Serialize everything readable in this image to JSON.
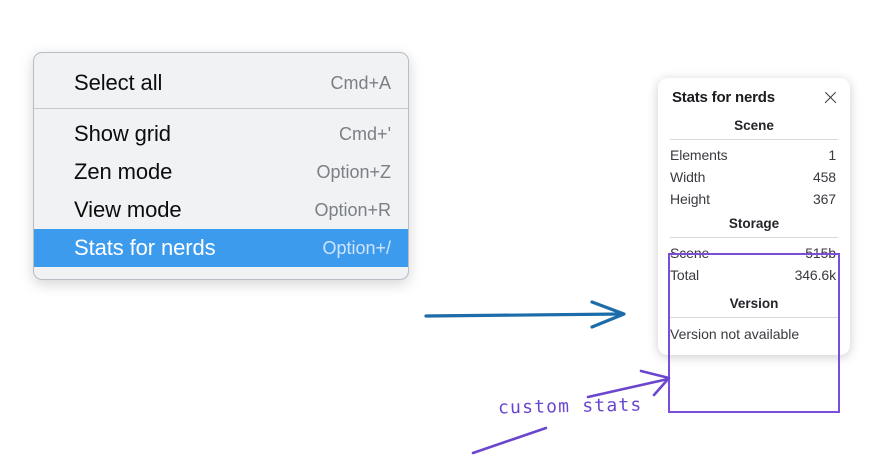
{
  "menu": {
    "sections": [
      {
        "items": [
          {
            "label": "Select all",
            "shortcut": "Cmd+A",
            "selected": false
          }
        ]
      },
      {
        "items": [
          {
            "label": "Show grid",
            "shortcut": "Cmd+'",
            "selected": false
          },
          {
            "label": "Zen mode",
            "shortcut": "Option+Z",
            "selected": false
          },
          {
            "label": "View mode",
            "shortcut": "Option+R",
            "selected": false
          },
          {
            "label": "Stats for nerds",
            "shortcut": "Option+/",
            "selected": true
          }
        ]
      }
    ]
  },
  "stats_panel": {
    "title": "Stats for nerds",
    "close_icon": "close-icon",
    "sections": [
      {
        "heading": "Scene",
        "rows": [
          {
            "key": "Elements",
            "value": "1"
          },
          {
            "key": "Width",
            "value": "458"
          },
          {
            "key": "Height",
            "value": "367"
          }
        ]
      },
      {
        "heading": "Storage",
        "rows": [
          {
            "key": "Scene",
            "value": "515b"
          },
          {
            "key": "Total",
            "value": "346.6k"
          }
        ]
      },
      {
        "heading": "Version",
        "note": "Version not available",
        "rows": []
      }
    ]
  },
  "annotations": {
    "handwritten_label": "custom stats",
    "blue_arrow_color": "#1b6ca8",
    "purple_color": "#6a46cf",
    "highlight_border_color": "#7c4ddb"
  },
  "colors": {
    "menu_background": "#f1f2f4",
    "menu_border": "#b9bec6",
    "selection_blue": "#3d9bee",
    "panel_background": "#ffffff",
    "page_background": "#ffffff"
  }
}
